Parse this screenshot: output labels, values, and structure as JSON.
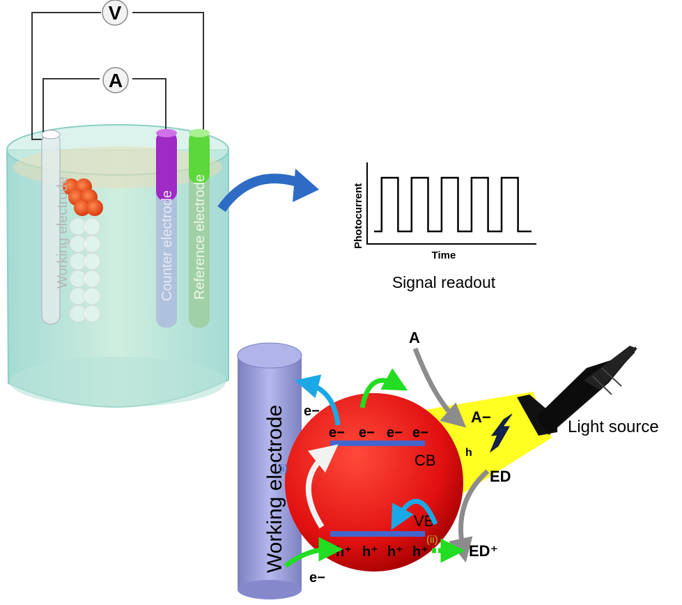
{
  "meters": {
    "voltmeter": "V",
    "ammeter": "A"
  },
  "cell": {
    "working_label": "Working electrode",
    "counter_label": "Counter electrode",
    "reference_label": "Reference electrode"
  },
  "signal": {
    "ylabel": "Photocurrent",
    "xlabel": "Time",
    "caption": "Signal readout"
  },
  "chart_data": {
    "type": "line",
    "title": "",
    "xlabel": "Time",
    "ylabel": "Photocurrent",
    "grid": false,
    "legend": "none",
    "series": [
      {
        "x": [
          0,
          0.5,
          0.5,
          1.6,
          1.6,
          2.5,
          2.5,
          3.6,
          3.6,
          4.5,
          4.5,
          5.6,
          5.6,
          6.5,
          6.5,
          7.6,
          7.6,
          8.5,
          8.5,
          9.6,
          9.6,
          10.5
        ],
        "values": [
          0,
          0,
          1,
          1,
          0,
          0,
          1,
          1,
          0,
          0,
          1,
          1,
          0,
          0,
          1,
          1,
          0,
          0,
          1,
          1,
          0,
          0
        ]
      }
    ]
  },
  "mechanism": {
    "working_label": "Working electrode",
    "acceptor": "A",
    "acceptor_reduced": "A−",
    "donor": "ED",
    "donor_oxidized": "ED⁺",
    "cb_label": "CB",
    "vb_label": "VB",
    "electron": "e−",
    "electrons_cb": [
      "e−",
      "e−",
      "e−",
      "e−"
    ],
    "holes_vb": [
      "h⁺",
      "h⁺",
      "h⁺",
      "h⁺"
    ],
    "electron_in": "e−",
    "step_i": "(i)",
    "step_ii": "(ii)",
    "photon_symbol": "h",
    "light_source": "Light source"
  },
  "colors": {
    "electrolyte": "#a8dcd0",
    "particle": "#e01010",
    "band": "#4466cc",
    "blue_arrow": "#1aa8e6",
    "green_arrow": "#22dd22",
    "gray_arrow": "#8c8c8c",
    "light_beam": "#ffff22",
    "curved_arrow": "#2e6bc4",
    "electrode_rod": "#9a9ed8"
  }
}
